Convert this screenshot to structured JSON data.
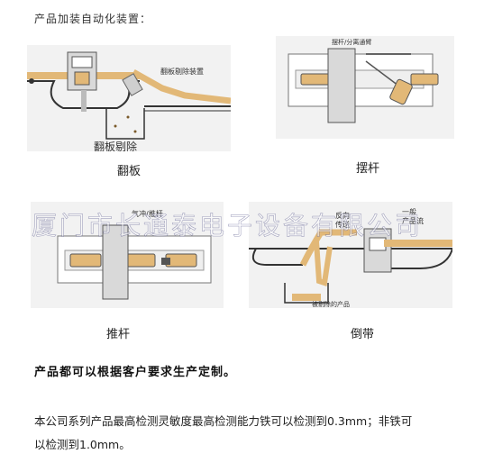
{
  "heading": "产品加装自动化装置：",
  "panels": [
    {
      "caption": "翻板",
      "labels": {
        "device": "翻板剔除装置",
        "banner": "翻板剔除"
      }
    },
    {
      "caption": "摆杆",
      "labels": {
        "device": "摆杆/分离通臂"
      }
    },
    {
      "caption": "推杆",
      "labels": {
        "device": "气冲/推杆"
      }
    },
    {
      "caption": "倒带",
      "labels": {
        "reverse_a": "反向",
        "reverse_b": "传送",
        "normal_a": "一般",
        "normal_b": "产品流",
        "bin": "被剔除的产品"
      }
    }
  ],
  "watermark": "厦门市长通泰电子设备有限公司",
  "note": "产品都可以根据客户要求生产定制。",
  "paragraph": {
    "line1": "本公司系列产品最高检测灵敏度最高检测能力铁可以检测到0.3mm；非铁可",
    "line2": "以检测到1.0mm。"
  },
  "colors": {
    "product": "#e2b877",
    "belt": "#333333",
    "panel_bg": "#f2f2f2",
    "machine": "#d9d9d9"
  }
}
